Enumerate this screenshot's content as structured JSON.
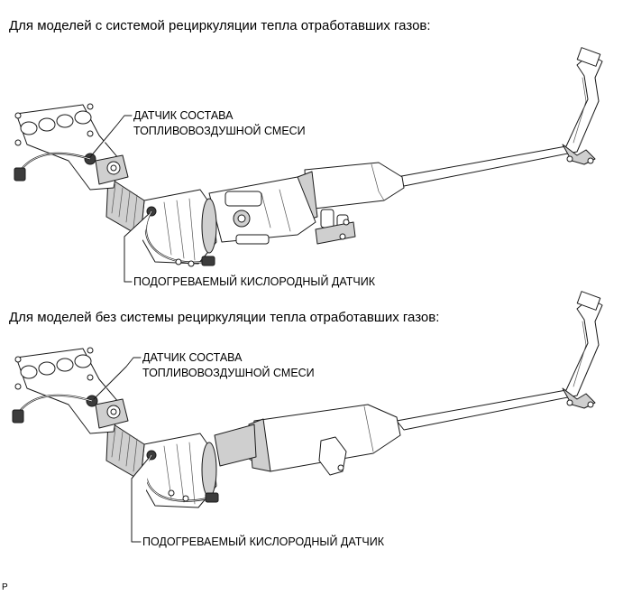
{
  "section_1": {
    "heading": "Для моделей с системой рециркуляции тепла отработавших газов:",
    "callout_sensor_af": [
      "ДАТЧИК СОСТАВА",
      "ТОПЛИВОВОЗДУШНОЙ СМЕСИ"
    ],
    "callout_sensor_o2": "ПОДОГРЕВАЕМЫЙ КИСЛОРОДНЫЙ ДАТЧИК"
  },
  "section_2": {
    "heading": "Для моделей без системы рециркуляции тепла отработавших газов:",
    "callout_sensor_af": [
      "ДАТЧИК СОСТАВА",
      "ТОПЛИВОВОЗДУШНОЙ СМЕСИ"
    ],
    "callout_sensor_o2": "ПОДОГРЕВАЕМЫЙ КИСЛОРОДНЫЙ ДАТЧИК"
  },
  "footer": {
    "code": "P"
  }
}
